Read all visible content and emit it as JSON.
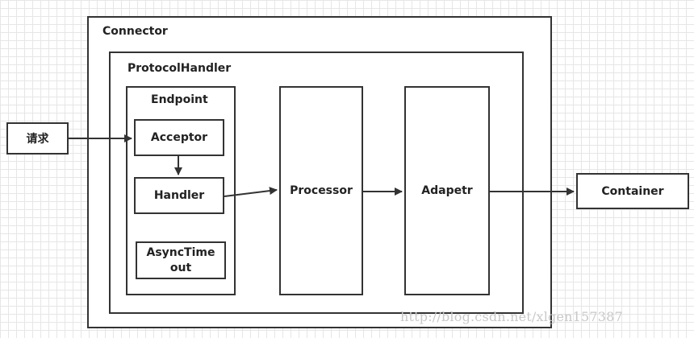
{
  "containers": {
    "connector": "Connector",
    "protocol_handler": "ProtocolHandler",
    "endpoint": "Endpoint"
  },
  "nodes": {
    "request": "请求",
    "acceptor": "Acceptor",
    "handler": "Handler",
    "async_timeout": "AsyncTime\nout",
    "processor": "Processor",
    "adapter": "Adapetr",
    "container": "Container"
  },
  "watermark": "http://blog.csdn.net/xlgen157387"
}
